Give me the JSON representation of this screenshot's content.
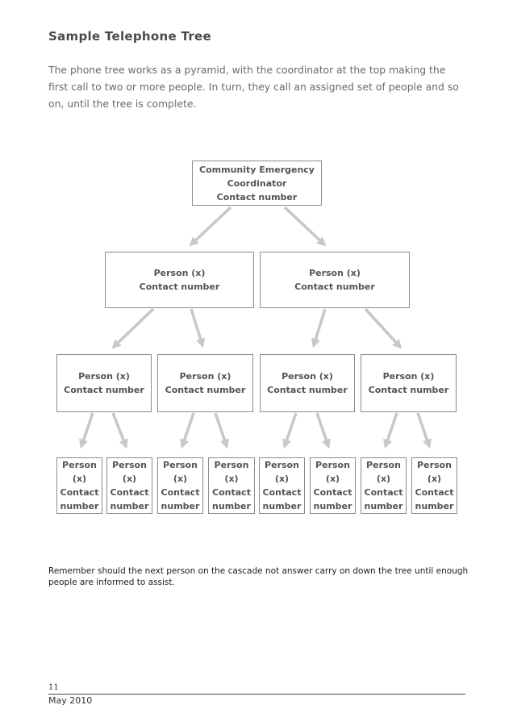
{
  "page": {
    "title": "Sample Telephone Tree",
    "intro": "The phone tree works as a pyramid, with the coordinator at the top making the first call to two or more people. In turn, they call an assigned set of people and so on, until the tree is complete.",
    "note": "Remember should the next person on the cascade not  answer carry on down the tree until enough people are informed to assist.",
    "footer": {
      "page_number": "11",
      "date": "May 2010"
    }
  },
  "tree": {
    "levels": [
      {
        "id": "level-1",
        "nodes": [
          [
            "Community Emergency",
            "Coordinator",
            "Contact number"
          ]
        ]
      },
      {
        "id": "level-2",
        "nodes": [
          [
            "Person (x)",
            "Contact number"
          ],
          [
            "Person (x)",
            "Contact number"
          ]
        ]
      },
      {
        "id": "level-3",
        "nodes": [
          [
            "Person (x)",
            "Contact number"
          ],
          [
            "Person (x)",
            "Contact number"
          ],
          [
            "Person (x)",
            "Contact number"
          ],
          [
            "Person (x)",
            "Contact number"
          ]
        ]
      },
      {
        "id": "level-4",
        "nodes": [
          [
            "Person",
            "(x)",
            "Contact",
            "number"
          ],
          [
            "Person",
            "(x)",
            "Contact",
            "number"
          ],
          [
            "Person",
            "(x)",
            "Contact",
            "number"
          ],
          [
            "Person",
            "(x)",
            "Contact",
            "number"
          ],
          [
            "Person",
            "(x)",
            "Contact",
            "number"
          ],
          [
            "Person",
            "(x)",
            "Contact",
            "number"
          ],
          [
            "Person",
            "(x)",
            "Contact",
            "number"
          ],
          [
            "Person",
            "(x)",
            "Contact",
            "number"
          ]
        ]
      }
    ]
  },
  "colors": {
    "arrow": "#c8c8c8",
    "box_border": "#8c8c8c",
    "box_text": "#545454",
    "title_text": "#4a4a4a",
    "body_text": "#696969",
    "note_text": "#1c1c1c"
  }
}
